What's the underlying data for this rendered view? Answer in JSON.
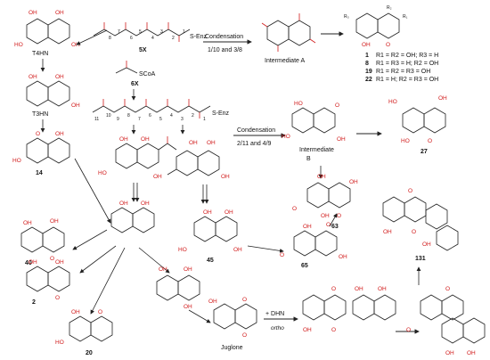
{
  "labels": {
    "enz_1": "S-Enz",
    "enz_2": "S-Enz",
    "scoa": "SCoA",
    "five_x": "5X",
    "six_x": "6X",
    "cond_1": "Condensation",
    "cond_1_sites": "1/10 and 3/8",
    "cond_2": "Condensation",
    "cond_2_sites": "2/11 and 4/9",
    "intermediate_a": "Intermediate A",
    "intermediate_b": "Intermediate",
    "intermediate_b2": "B",
    "t4hn": "T4HN",
    "t3hn": "T3HN",
    "dhn": "DHN",
    "juglone": "Juglone",
    "plus_dhn": "+ DHN",
    "ortho": "ortho",
    "ring_r1": "R₁",
    "ring_r2": "R₂",
    "ring_r3": "R₃"
  },
  "compound_key": [
    {
      "num": "1",
      "text": "R1 = R2 = OH; R3 = H"
    },
    {
      "num": "8",
      "text": "R1 = R3 = H; R2 = OH"
    },
    {
      "num": "19",
      "text": "R1 = R2 = R3 = OH"
    },
    {
      "num": "22",
      "text": "R1 = H; R2 = R3 = OH"
    }
  ],
  "numbers": {
    "c27": "27",
    "c14": "14",
    "c40": "40",
    "c2": "2",
    "c20": "20",
    "c45": "45",
    "c65": "65",
    "c63": "63",
    "c131": "131"
  },
  "chain_positions_1": [
    "8",
    "7",
    "6",
    "5",
    "4",
    "3",
    "2",
    "1"
  ],
  "chain_positions_2": [
    "11",
    "10",
    "9",
    "8",
    "7",
    "6",
    "5",
    "4",
    "3",
    "2",
    "1"
  ],
  "atoms": {
    "oh": "OH",
    "ho": "HO",
    "o": "O"
  },
  "colors": {
    "oxygen_red": "#d11b1b",
    "ink": "#222222"
  }
}
